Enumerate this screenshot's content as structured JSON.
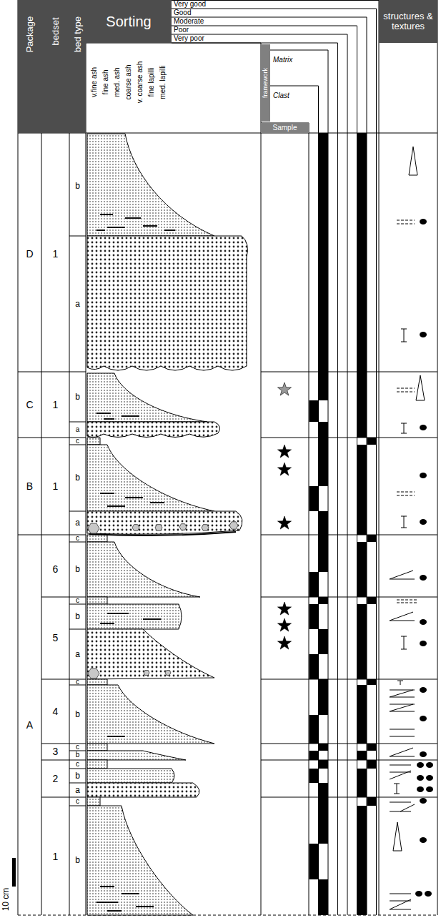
{
  "diagram": {
    "nodes": [
      {
        "text": [
          "Package"
        ]
      },
      {
        "text": [
          "bedset"
        ]
      },
      {
        "text": [
          "bed type"
        ]
      },
      {
        "text": [
          "Sorting"
        ]
      },
      {
        "text": [
          "structures & textures"
        ]
      },
      {
        "text": [
          "framework"
        ]
      },
      {
        "text": [
          "Sample"
        ]
      }
    ],
    "labels": [
      "Very good",
      "Good",
      "Moderate",
      "Poor",
      "Very poor",
      "v.fine ash",
      "fine ash",
      "med. ash",
      "coarse ash",
      "v. coarse ash",
      "fine lapilli",
      "med. lapilli",
      "Matrix",
      "Clast",
      "D",
      "1",
      "b",
      "a",
      "C",
      "1",
      "b",
      "a",
      "B",
      "1",
      "c",
      "b",
      "a",
      "A",
      "6",
      "c",
      "b",
      "5",
      "c",
      "b",
      "a",
      "4",
      "c",
      "b",
      "3",
      "c",
      "b",
      "2",
      "c",
      "b",
      "a",
      "1",
      "c",
      "b",
      "10 cm"
    ]
  }
}
